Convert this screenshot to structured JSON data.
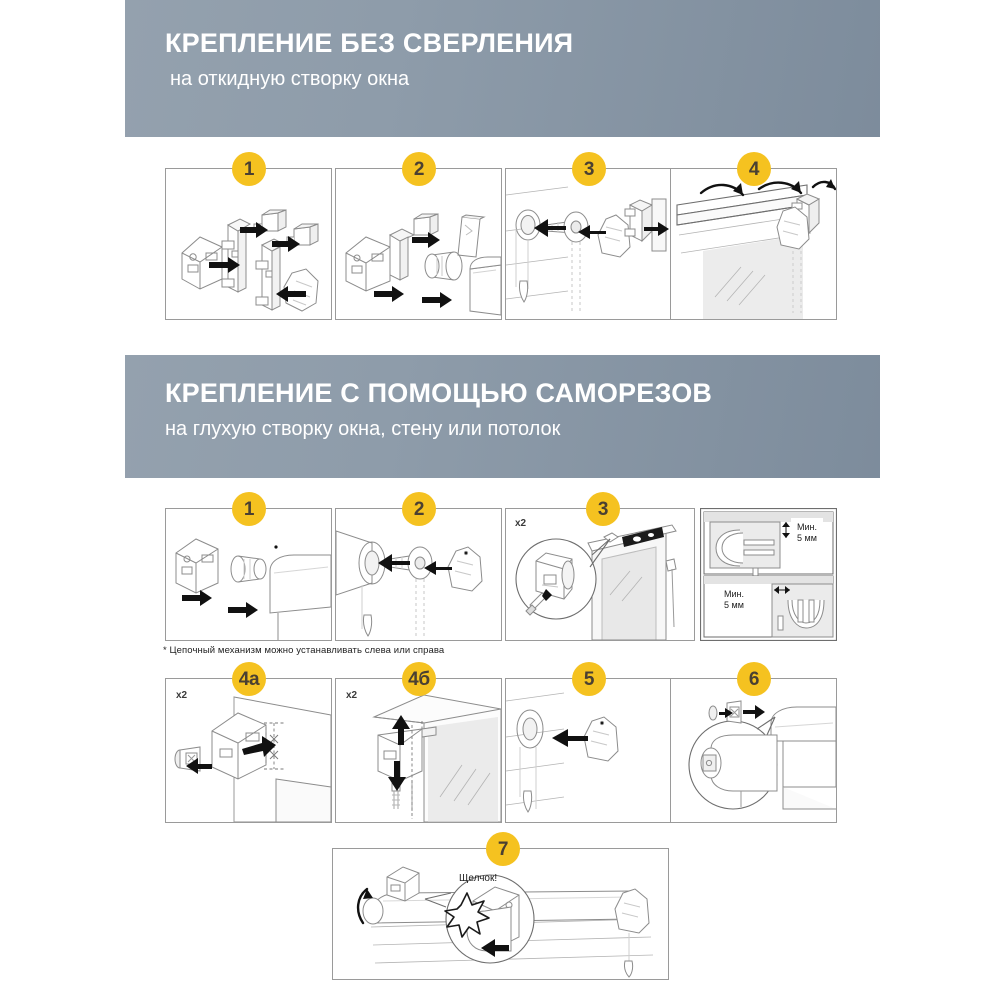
{
  "page": {
    "background": "#ffffff",
    "accent_yellow": "#f5c220",
    "banner_color": "#8a98a7",
    "line_color": "#8c8c8c"
  },
  "sections": [
    {
      "id": "section-no-drilling",
      "title": "КРЕПЛЕНИЕ БЕЗ СВЕРЛЕНИЯ",
      "subtitle": "на откидную створку окна",
      "steps": [
        {
          "badge": "1",
          "caption": ""
        },
        {
          "badge": "2",
          "caption": ""
        },
        {
          "badge": "3",
          "caption": ""
        },
        {
          "badge": "4",
          "caption": ""
        }
      ]
    },
    {
      "id": "section-with-screws",
      "title": "КРЕПЛЕНИЕ С ПОМОЩЬЮ САМОРЕЗОВ",
      "subtitle": "на глухую створку окна, стену или потолок",
      "footnote": "* Цепочный механизм можно устанавливать слева или справа",
      "steps": [
        {
          "badge": "1",
          "caption": ""
        },
        {
          "badge": "2",
          "caption": ""
        },
        {
          "badge": "3",
          "caption": "",
          "qty": "x2"
        },
        {
          "badge": "",
          "caption": "",
          "min_labels": [
            "Мин.\n5 мм",
            "Мин.\n5 мм"
          ]
        },
        {
          "badge": "4а",
          "caption": "",
          "qty": "x2"
        },
        {
          "badge": "4б",
          "caption": "",
          "qty": "x2"
        },
        {
          "badge": "5",
          "caption": ""
        },
        {
          "badge": "6",
          "caption": ""
        },
        {
          "badge": "7",
          "caption": "",
          "callout": "Щелчок!"
        }
      ]
    }
  ],
  "labels": {
    "min_top_line1": "Мин.",
    "min_top_line2": "5 мм",
    "min_bottom_line1": "Мин.",
    "min_bottom_line2": "5 мм",
    "qty_x2": "x2",
    "click": "Щелчок!",
    "badge_1": "1",
    "badge_2": "2",
    "badge_3": "3",
    "badge_4": "4",
    "badge_s2_1": "1",
    "badge_s2_2": "2",
    "badge_s2_3": "3",
    "badge_4a": "4а",
    "badge_4b": "4б",
    "badge_5": "5",
    "badge_6": "6",
    "badge_7": "7"
  }
}
